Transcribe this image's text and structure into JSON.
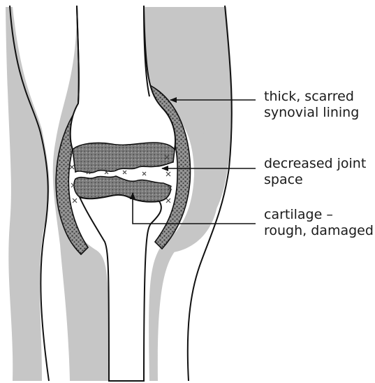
{
  "labels": {
    "synovial_lining": {
      "line1": "thick, scarred",
      "line2": "synovial lining"
    },
    "joint_space": {
      "line1": "decreased joint",
      "line2": "space"
    },
    "cartilage": {
      "line1": "cartilage –",
      "line2": "rough, damaged"
    }
  }
}
